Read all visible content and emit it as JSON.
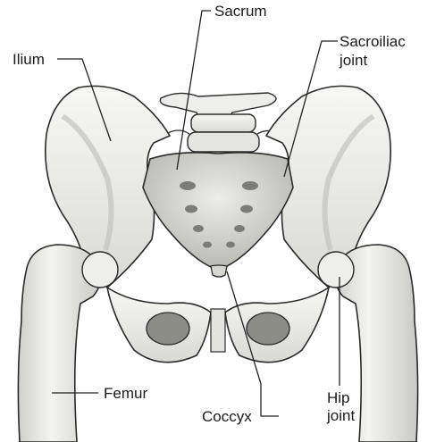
{
  "labels": {
    "sacrum": "Sacrum",
    "ilium": "Ilium",
    "sacroiliac_line1": "Sacroiliac",
    "sacroiliac_line2": "joint",
    "femur": "Femur",
    "coccyx": "Coccyx",
    "hip_line1": "Hip",
    "hip_line2": "joint"
  },
  "colors": {
    "bone_fill": "#f2f2f0",
    "bone_shade": "#bdbdb8",
    "outline": "#2a2a2a",
    "leader": "#222222"
  }
}
